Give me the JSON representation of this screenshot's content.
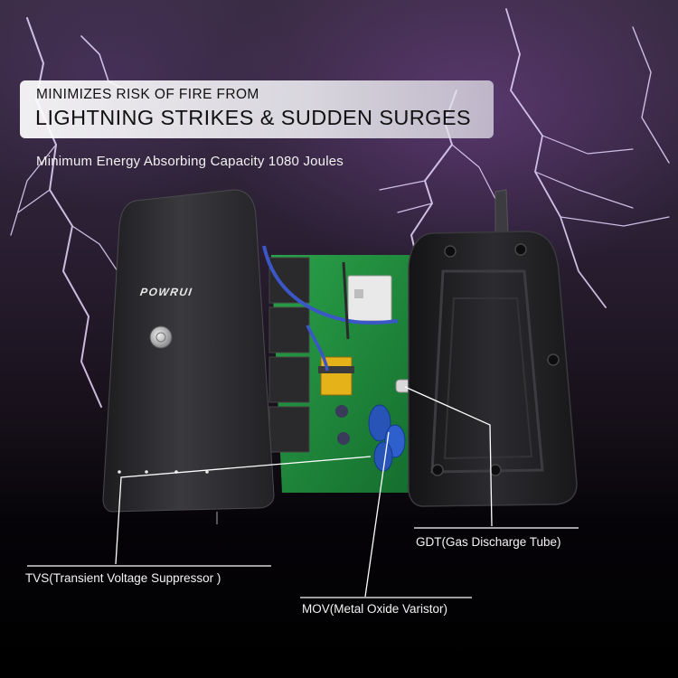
{
  "banner": {
    "line1": "MINIMIZES RISK OF FIRE FROM",
    "line2": "LIGHTNING STRIKES & SUDDEN SURGES"
  },
  "subtitle": "Minimum Energy Absorbing Capacity 1080 Joules",
  "product": {
    "brand_logo": "POWRUI"
  },
  "callouts": {
    "tvs": "TVS(Transient Voltage Suppressor )",
    "mov": "MOV(Metal Oxide Varistor)",
    "gdt": "GDT(Gas Discharge Tube)"
  },
  "colors": {
    "sky": "#2a1f33",
    "lightning": "#e7d8ff",
    "housing": "#2b2b2e",
    "pcb": "#1f8a3c",
    "leader_line": "#ffffff"
  }
}
